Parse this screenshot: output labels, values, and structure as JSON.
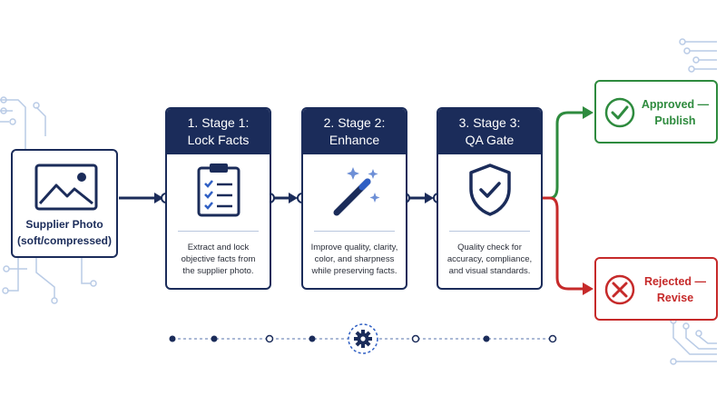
{
  "source": {
    "label_line1": "Supplier Photo",
    "label_line2": "(soft/compressed)",
    "icon": "image-icon"
  },
  "stages": [
    {
      "title_line1": "1. Stage 1:",
      "title_line2": "Lock Facts",
      "icon": "clipboard-checklist-icon",
      "desc_line1": "Extract and lock",
      "desc_line2": "objective facts from",
      "desc_line3": "the supplier photo."
    },
    {
      "title_line1": "2. Stage 2:",
      "title_line2": "Enhance",
      "icon": "magic-wand-icon",
      "desc_line1": "Improve quality, clarity,",
      "desc_line2": "color, and sharpness",
      "desc_line3": "while preserving facts."
    },
    {
      "title_line1": "3. Stage 3:",
      "title_line2": "QA Gate",
      "icon": "shield-check-icon",
      "desc_line1": "Quality check for",
      "desc_line2": "accuracy, compliance,",
      "desc_line3": "and visual standards."
    }
  ],
  "outcomes": {
    "approved": {
      "line1": "Approved —",
      "line2": "Publish",
      "icon": "check-circle-icon"
    },
    "rejected": {
      "line1": "Rejected —",
      "line2": "Revise",
      "icon": "x-circle-icon"
    }
  },
  "hub_icon": "gear-icon",
  "colors": {
    "navy": "#1b2c5a",
    "accent": "#2f5fc4",
    "approved": "#2e8b3e",
    "rejected": "#c62a2a",
    "circuit": "#b9cbe6"
  }
}
